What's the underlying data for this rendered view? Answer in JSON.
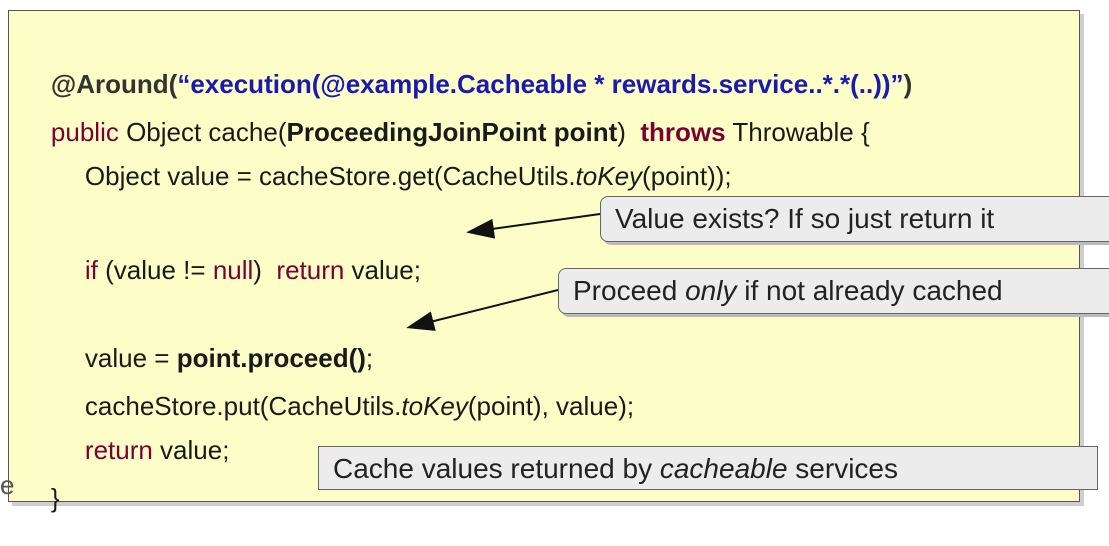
{
  "code": {
    "line1": {
      "at": "@Around(",
      "str": "“execution(@example.Cacheable * rewards.service..*.*(..))”",
      "close": ")"
    },
    "line2": {
      "kw_public": "public",
      "t1": " Object cache(",
      "param": "ProceedingJoinPoint point",
      "t2": ")  ",
      "kw_throws": "throws",
      "t3": " Throwable {"
    },
    "line3": {
      "t1": "Object value = cacheStore.get(CacheUtils.",
      "method": "toKey",
      "t2": "(point));"
    },
    "line4": {
      "kw_if": "if",
      "t1": " (value != ",
      "kw_null": "null",
      "t2": ")  ",
      "kw_return": "return",
      "t3": " value;"
    },
    "line5": {
      "t1": "value = ",
      "call": "point.proceed()",
      "t2": ";"
    },
    "line6": {
      "t1": "cacheStore.put(CacheUtils.",
      "method": "toKey",
      "t2": "(point), value);"
    },
    "line7": {
      "kw_return": "return",
      "t1": " value;"
    },
    "line8": {
      "brace": "}"
    }
  },
  "callouts": {
    "exists": "Value exists? If so just return it",
    "proceed_pre": "Proceed ",
    "proceed_em": "only",
    "proceed_post": " if not already cached",
    "note_pre": "Cache values returned by ",
    "note_em": "cacheable",
    "note_post": " services"
  },
  "edge_letter": "e",
  "colors": {
    "panel": "#fdfdc8",
    "keyword": "#7a0034",
    "annotation_string": "#1a1ab0",
    "callout": "#ececec"
  }
}
